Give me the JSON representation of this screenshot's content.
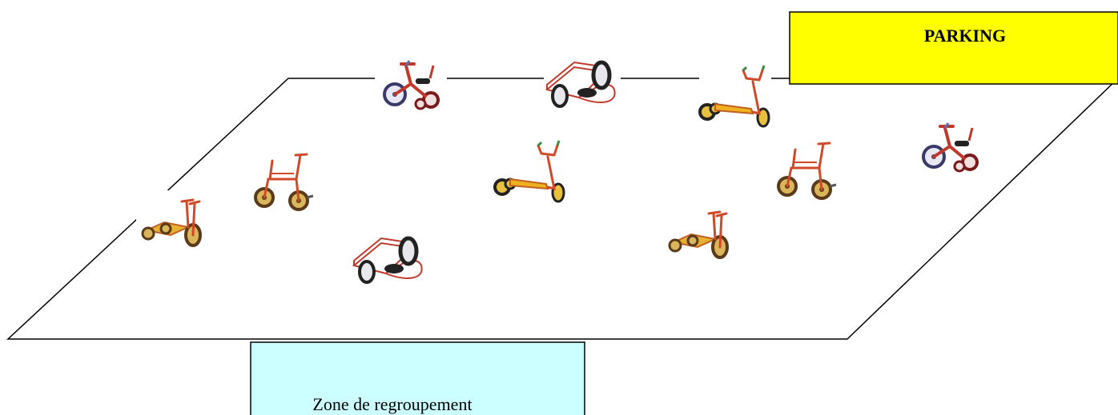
{
  "parking": {
    "label": "PARKING",
    "fill": "#ffff00"
  },
  "zone": {
    "label": "Zone de regroupement",
    "fill": "#ccffff"
  },
  "vehicles": [
    {
      "kind": "tricycle-blue"
    },
    {
      "kind": "trailer"
    },
    {
      "kind": "scooter"
    },
    {
      "kind": "tricycle-red"
    },
    {
      "kind": "scooter"
    },
    {
      "kind": "tricycle-red"
    },
    {
      "kind": "tricycle-blue"
    },
    {
      "kind": "tricycle-cargo"
    },
    {
      "kind": "trailer"
    },
    {
      "kind": "tricycle-cargo"
    }
  ]
}
